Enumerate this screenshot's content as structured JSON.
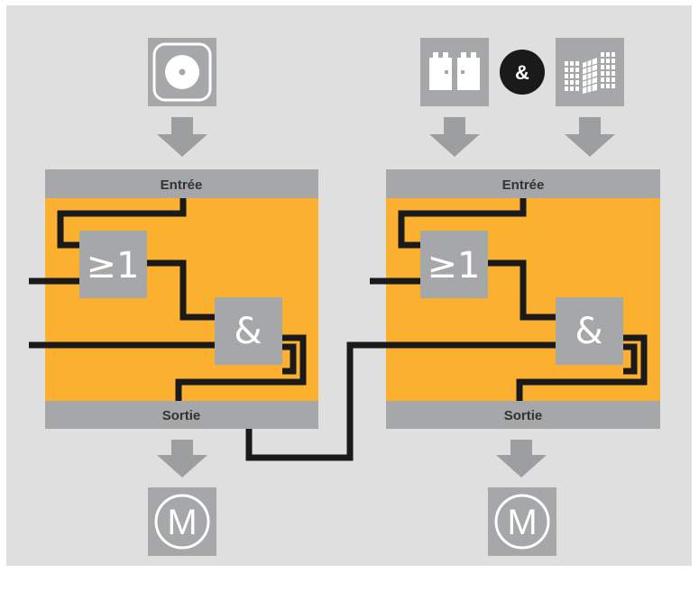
{
  "colors": {
    "background": "#dfdfdf",
    "block_fill": "#fbb12f",
    "bar_gray": "#a6a7a9",
    "gate_gray": "#a6a7a9",
    "wire": "#1a1a1a",
    "arrow_gray": "#9d9ea0"
  },
  "left_module": {
    "input_label": "Entrée",
    "output_label": "Sortie",
    "or_gate_label": "≥1",
    "and_gate_label": "&",
    "input_icon": "disc-switch-icon",
    "output_icon": "motor-icon",
    "motor_label": "M"
  },
  "right_module": {
    "input_label": "Entrée",
    "output_label": "Sortie",
    "or_gate_label": "≥1",
    "and_gate_label": "&",
    "input_icons": [
      "door-contact-icon",
      "window-grid-icon"
    ],
    "combine_label": "&",
    "output_icon": "motor-icon",
    "motor_label": "M"
  }
}
